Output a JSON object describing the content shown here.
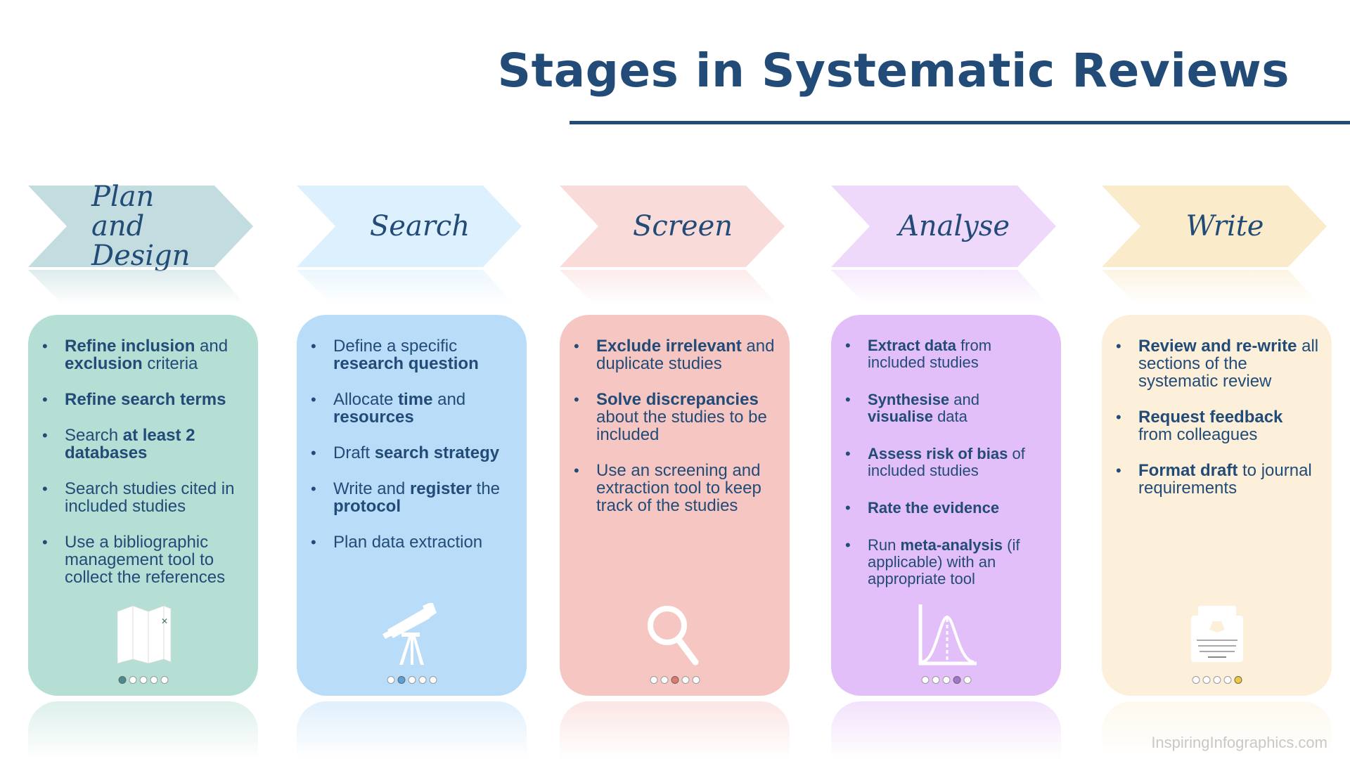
{
  "header": {
    "title": "Stages in Systematic Reviews"
  },
  "colors": {
    "title": "#224b78",
    "text": "#224b78"
  },
  "stages": [
    {
      "label": "Plan and Design",
      "chevron_color": "#c3dcdf",
      "card_color": "#b5ded4",
      "icon": "folded-map-icon",
      "dot_active_color": "#4a8a8c",
      "active_dot": 0,
      "bullets": [
        [
          {
            "t": "Refine inclusion",
            "b": true
          },
          {
            "t": " and ",
            "b": false
          },
          {
            "t": "exclusion",
            "b": true
          },
          {
            "t": " criteria",
            "b": false
          }
        ],
        [
          {
            "t": "Refine search terms",
            "b": true
          }
        ],
        [
          {
            "t": "Search ",
            "b": false
          },
          {
            "t": "at least 2 databases",
            "b": true
          }
        ],
        [
          {
            "t": "Search studies cited in included studies",
            "b": false
          }
        ],
        [
          {
            "t": "Use a bibliographic management tool to collect the references",
            "b": false
          }
        ]
      ]
    },
    {
      "label": "Search",
      "chevron_color": "#dcf0fd",
      "card_color": "#b9dcf8",
      "icon": "telescope-icon",
      "dot_active_color": "#5b9fd6",
      "active_dot": 1,
      "bullets": [
        [
          {
            "t": "Define a specific ",
            "b": false
          },
          {
            "t": "research question",
            "b": true
          }
        ],
        [
          {
            "t": "Allocate ",
            "b": false
          },
          {
            "t": "time",
            "b": true
          },
          {
            "t": " and ",
            "b": false
          },
          {
            "t": "resources",
            "b": true
          }
        ],
        [
          {
            "t": "Draft ",
            "b": false
          },
          {
            "t": "search strategy",
            "b": true
          }
        ],
        [
          {
            "t": "Write and ",
            "b": false
          },
          {
            "t": "register",
            "b": true
          },
          {
            "t": " the ",
            "b": false
          },
          {
            "t": "protocol",
            "b": true
          }
        ],
        [
          {
            "t": "Plan data extraction",
            "b": false
          }
        ]
      ]
    },
    {
      "label": "Screen",
      "chevron_color": "#f9dbd9",
      "card_color": "#f6c7c2",
      "icon": "magnifying-glass-icon",
      "dot_active_color": "#e07a6e",
      "active_dot": 2,
      "bullets": [
        [
          {
            "t": "Exclude irrelevant",
            "b": true
          },
          {
            "t": " and duplicate studies",
            "b": false
          }
        ],
        [
          {
            "t": "Solve discrepancies",
            "b": true
          },
          {
            "t": " about the studies to be included",
            "b": false
          }
        ],
        [
          {
            "t": "Use an screening and extraction tool to keep track of the studies",
            "b": false
          }
        ]
      ]
    },
    {
      "label": "Analyse",
      "chevron_color": "#efd9fb",
      "card_color": "#e2bff8",
      "icon": "bell-curve-chart-icon",
      "dot_active_color": "#a474d0",
      "active_dot": 3,
      "bullets": [
        [
          {
            "t": "Extract data",
            "b": true
          },
          {
            "t": " from included studies",
            "b": false
          }
        ],
        [
          {
            "t": "Synthesise",
            "b": true
          },
          {
            "t": " and ",
            "b": false
          },
          {
            "t": "visualise",
            "b": true
          },
          {
            "t": " data",
            "b": false
          }
        ],
        [
          {
            "t": "Assess risk of bias",
            "b": true
          },
          {
            "t": " of included studies",
            "b": false
          }
        ],
        [
          {
            "t": "Rate the evidence",
            "b": true
          }
        ],
        [
          {
            "t": "Run ",
            "b": false
          },
          {
            "t": "meta-analysis",
            "b": true
          },
          {
            "t": " (if applicable) with an appropriate tool",
            "b": false
          }
        ]
      ]
    },
    {
      "label": "Write",
      "chevron_color": "#faeccb",
      "card_color": "#fcf0da",
      "icon": "typewriter-icon",
      "dot_active_color": "#f0c93a",
      "active_dot": 4,
      "bullets": [
        [
          {
            "t": "Review and re-write",
            "b": true
          },
          {
            "t": " all sections of the systematic review",
            "b": false
          }
        ],
        [
          {
            "t": "Request feedback",
            "b": true
          },
          {
            "t": " from colleagues",
            "b": false
          }
        ],
        [
          {
            "t": "Format draft",
            "b": true
          },
          {
            "t": " to journal requirements",
            "b": false
          }
        ]
      ]
    }
  ],
  "dot_count": 5,
  "watermark": "InspiringInfographics.com"
}
